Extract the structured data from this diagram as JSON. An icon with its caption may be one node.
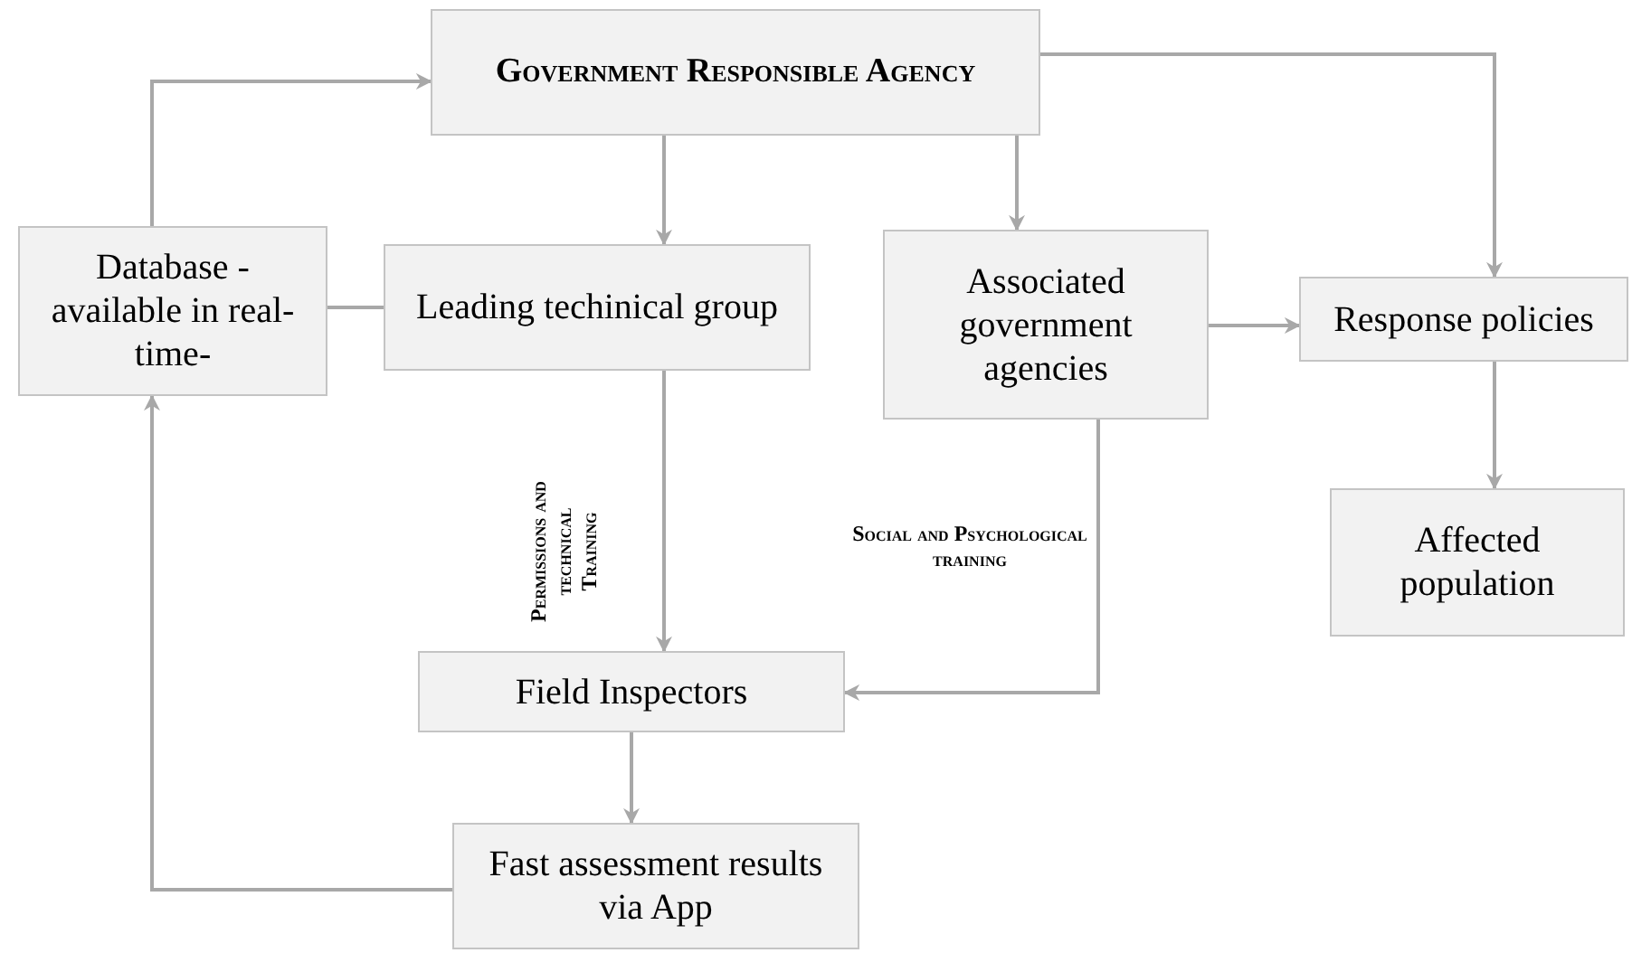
{
  "diagram": {
    "nodes": [
      {
        "text": [
          "Government Responsible Agency"
        ]
      },
      {
        "text": [
          "Database -available in real-time-"
        ]
      },
      {
        "text": [
          "Leading techinical group"
        ]
      },
      {
        "text": [
          "Associated government agencies"
        ]
      },
      {
        "text": [
          "Response policies"
        ]
      },
      {
        "text": [
          "Affected population"
        ]
      },
      {
        "text": [
          "Field Inspectors"
        ]
      },
      {
        "text": [
          "Fast assessment results via App"
        ]
      }
    ],
    "edges": [
      {
        "from": 1,
        "to": 0,
        "arrow": "to"
      },
      {
        "from": 2,
        "to": 1,
        "arrow": "none"
      },
      {
        "from": 0,
        "to": 2,
        "arrow": "to"
      },
      {
        "from": 0,
        "to": 3,
        "arrow": "to"
      },
      {
        "from": 0,
        "to": 4,
        "arrow": "to"
      },
      {
        "from": 3,
        "to": 4,
        "arrow": "to"
      },
      {
        "from": 4,
        "to": 5,
        "arrow": "to"
      },
      {
        "from": 2,
        "to": 6,
        "arrow": "to",
        "label": "Permissions and technical Training"
      },
      {
        "from": 3,
        "to": 6,
        "arrow": "to",
        "label": "Social and Psychological training"
      },
      {
        "from": 6,
        "to": 7,
        "arrow": "to"
      },
      {
        "from": 7,
        "to": 1,
        "arrow": "to"
      }
    ]
  }
}
